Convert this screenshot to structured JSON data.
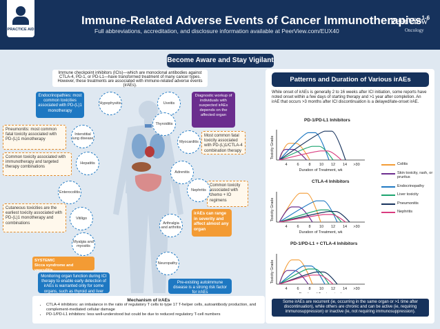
{
  "header": {
    "badge": "PRACTICE AID",
    "title": "Immune-Related Adverse Events of Cancer Immunotherapies",
    "title_sup": "1-6",
    "subtitle": "Full abbreviations, accreditation, and disclosure information available at PeerView.com/EUX40",
    "brand": "PeerView",
    "brand_sub": "Oncology"
  },
  "main": {
    "section_title": "Become Aware and Stay Vigilant",
    "intro": "Immune checkpoint inhibitors (ICIs)—which are monoclonal antibodies against CTLA-4, PD-1, or PD-L1—have transformed treatment of many cancer types. However, these treatments are associated with immune-related adverse events (irAEs).",
    "endocrinopathies": "Endocrinopathies: most common toxicities associated with PD-(L)1 monotherapy",
    "pneumonitis": "Pneumonitis: most common fatal toxicity associated with PD-(L)1 monotherapy",
    "common_toxicity": "Common toxicity associated with immunotherapy and targeted therapy combinations",
    "cutaneous": "Cutaneous toxicities are the earliest toxicity associated with PD-(L)1 monotherapy and combinations",
    "diagnostic": "Diagnostic workup of individuals with suspected irAEs depends on the affected organ",
    "fatal_combo": "Most common fatal toxicity associated with PD-(L)1/CTLA-4 combination therapy",
    "chemo_io": "Common toxicity associated with chemo + IO regimens",
    "irae_range": "irAEs can range in severity and affect almost any organ",
    "systemic": "SYSTEMIC",
    "systemic_sub": "Sicca syndrome and vasculitis",
    "monitoring": "Monitoring organ function during ICI therapy to enable early detection of irAEs is warranted only for some organs, such as thyroid and liver",
    "preexisting": "Pre-existing autoimmune disease is a strong risk factor for irAEs",
    "organs": {
      "hypophysitis": "Hypophysitis",
      "uveitis": "Uveitis",
      "thyroiditis": "Thyroiditis",
      "ild": "Interstitial lung disease",
      "myocarditis": "Myocarditis",
      "hepatitis": "Hepatitis",
      "adrenitis": "Adrenitis",
      "enterocolitis": "Enterocolitis",
      "nephritis": "Nephritis",
      "vitiligo": "Vitiligo",
      "arthralgia": "Arthralgia and arthritis",
      "myalgia": "Myalgia and myositis",
      "neuropathy": "Neuropathy"
    },
    "mechanism": {
      "title": "Mechanism of irAEs",
      "items": [
        "CTLA-4 inhibitors: an imbalance in the ratio of regulatory T cells to type 17 T-helper cells, autoantibody production, and complement-mediated cellular damage",
        "PD-1/PD-L1 inhibitors: less well-understood but could be due to reduced regulatory T-cell numbers"
      ]
    }
  },
  "right": {
    "title": "Patterns and Duration of Various irAEs",
    "intro": "While onset of irAEs is generally 2 to 16 weeks after ICI initiation, some reports have noted onset within a few days of starting therapy and >1 year after completion. An irAE that occurs >3 months after ICI discontinuation is a delayed/late-onset irAE.",
    "bottom": "Some irAEs are recurrent (ie, occurring in the same organ or >1 time after discontinuation), while others are chronic and can be active (ie, requiring immunosuppression) or inactive (ie, not requiring immunosuppression).",
    "legend": [
      {
        "label": "Colitis",
        "color": "#f39b34"
      },
      {
        "label": "Skin toxicity, rash, or pruritus",
        "color": "#6b2d8e"
      },
      {
        "label": "Endocrinopathy",
        "color": "#1e78c2"
      },
      {
        "label": "Liver toxicity",
        "color": "#1aa36e"
      },
      {
        "label": "Pneumonitis",
        "color": "#16325c"
      },
      {
        "label": "Nephritis",
        "color": "#d93b7f"
      }
    ]
  },
  "chart_data": [
    {
      "type": "line",
      "title": "PD-1/PD-L1 Inhibitors",
      "ylabel": "Toxicity Grade",
      "xlabel": "Duration of Treatment, wk",
      "x_ticks": [
        "4",
        "6",
        "8",
        "10",
        "12",
        "14",
        ">30"
      ]
    },
    {
      "type": "line",
      "title": "CTLA-4 Inhibitors",
      "ylabel": "Toxicity Grade",
      "xlabel": "Duration of Treatment, wk",
      "x_ticks": [
        "4",
        "6",
        "8",
        "10",
        "12",
        "14",
        ">30"
      ]
    },
    {
      "type": "line",
      "title": "PD-1/PD-L1 + CTLA-4 Inhibitors",
      "ylabel": "Toxicity Grade",
      "xlabel": "Duration of Treatment, wk",
      "x_ticks": [
        "4",
        "6",
        "8",
        "10",
        "12",
        "14",
        ">30"
      ]
    }
  ]
}
